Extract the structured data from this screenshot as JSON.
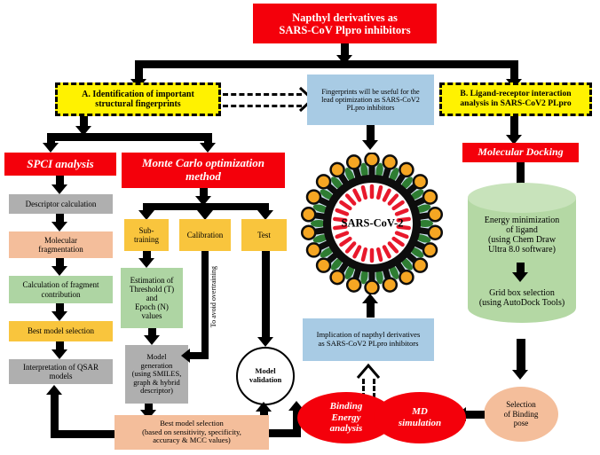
{
  "title_box": {
    "line1": "Napthyl derivatives as",
    "line2": "SARS-CoV Plpro inhibitors"
  },
  "branch_a": {
    "line1": "A. Identification of important",
    "line2": "structural fingerprints"
  },
  "branch_b": {
    "line1": "B. Ligand-receptor interaction",
    "line2": "analysis in SARS-CoV2 PLpro"
  },
  "fingerprint_note": {
    "line1": "Fingerprints will be useful  for the",
    "line2": "lead optimization as SARS-CoV2",
    "line3": "PLpro inhibitors"
  },
  "spci": {
    "header": "SPCI analysis",
    "steps": [
      "Descriptor calculation",
      "Molecular\nfragmentation",
      "Calculation of fragment\ncontribution",
      "Best model selection",
      "Interpretation of QSAR\nmodels"
    ]
  },
  "monte_carlo": {
    "header": "Monte Carlo optimization method",
    "sets": [
      "Sub-\ntraining",
      "Calibration",
      "Test"
    ],
    "estimation": "Estimation of\nThreshold (T)\nand\nEpoch (N)\nvalues",
    "model_generation": "Model\ngeneration\n(using SMILES,\ngraph & hybrid\ndescriptor)",
    "overtraining_label": "To avoid overtraining",
    "model_validation": "Model\nvalidation",
    "best_model": "Best model selection\n(based on sensitivity, specificity,\naccuracy & MCC values)"
  },
  "virus": {
    "label": "SARS-CoV-2"
  },
  "implication": {
    "line1": "Implication of napthyl derivatives",
    "line2": "as SARS-CoV2 PLpro inhibitors"
  },
  "docking": {
    "header": "Molecular Docking",
    "step1": "Energy minimization\nof ligand\n(using Chem Draw\nUltra 8.0 software)",
    "step2": "Grid box selection\n(using AutoDock Tools)",
    "binding_pose": "Selection\nof Binding\npose"
  },
  "results": {
    "binding_energy": "Binding\nEnergy\nanalysis",
    "md_simulation": "MD\nsimulation"
  },
  "colors": {
    "red": "#F4000B",
    "yellow": "#FFF200",
    "blue": "#A8CBE4",
    "grey": "#AFAFAF",
    "peach": "#F4BE9B",
    "green": "#AED5A3",
    "gold": "#F9C53D",
    "cylinder_green": "#B4D8A4",
    "black": "#000000",
    "virus_spike": "#F5A623",
    "virus_protein": "#2E7D32",
    "virus_rna": "#E8192C"
  }
}
